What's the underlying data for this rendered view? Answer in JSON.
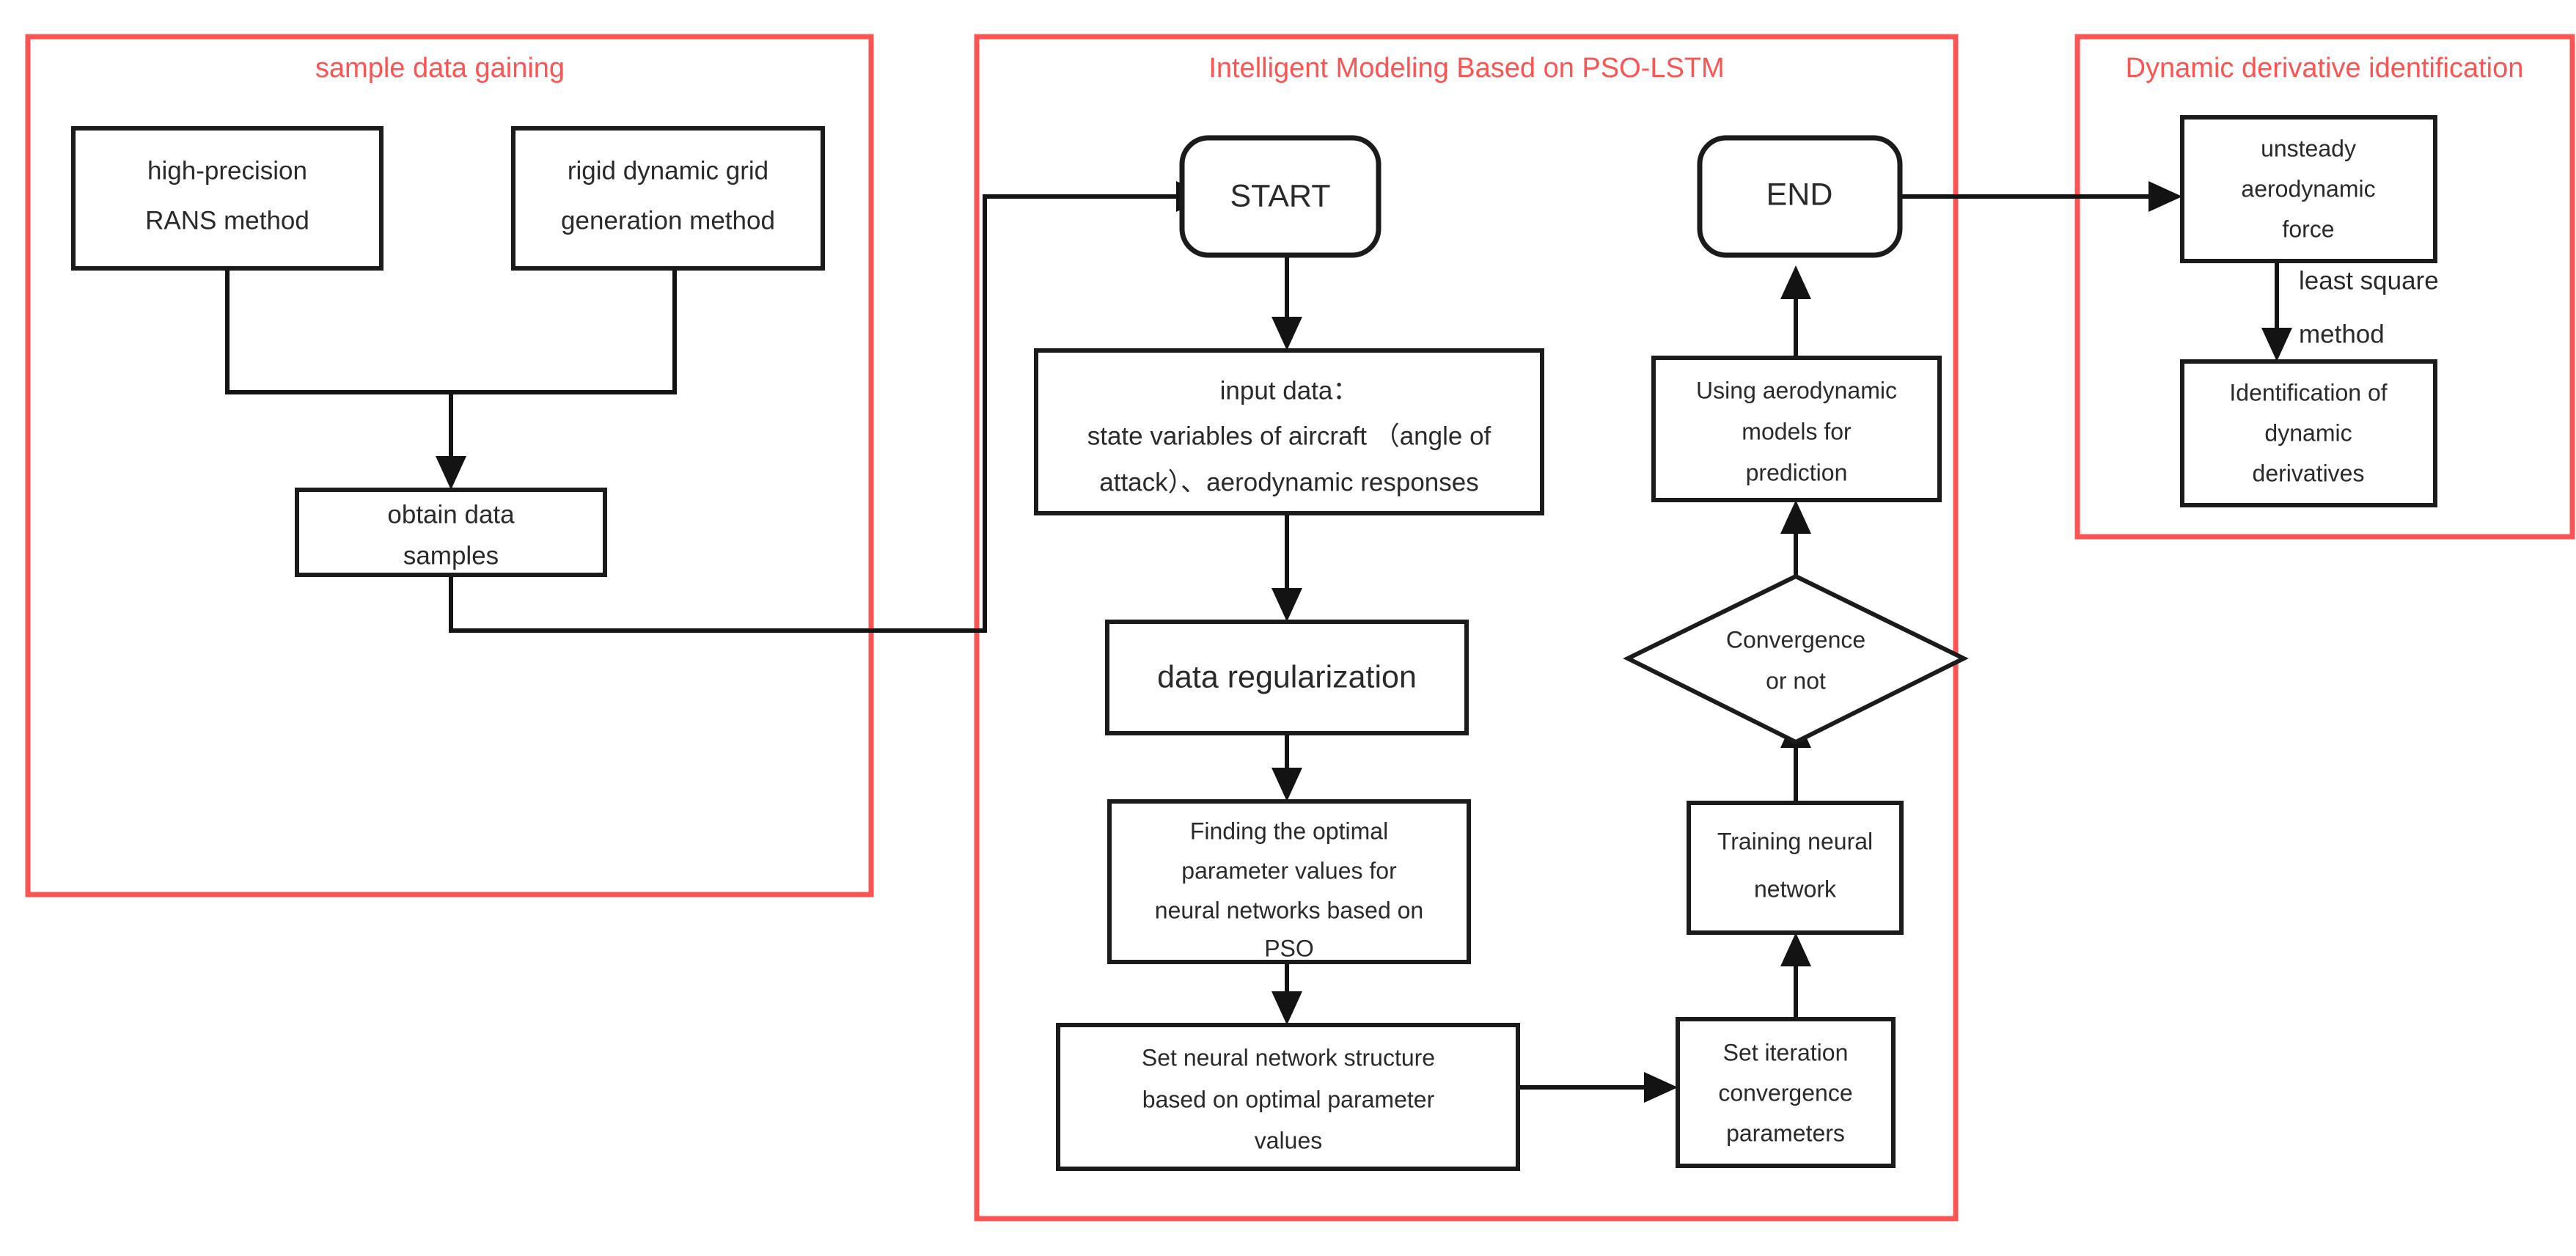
{
  "panels": [
    {
      "id": "sample-data-gaining",
      "title": "sample data gaining",
      "color": "#fb5452"
    },
    {
      "id": "intelligent-modeling",
      "title": "Intelligent Modeling Based on PSO-LSTM",
      "color": "#fb5452"
    },
    {
      "id": "dynamic-derivative-identification",
      "title": "Dynamic derivative identification",
      "color": "#fb5452"
    }
  ],
  "nodes": {
    "high_precision_rans": {
      "lines": [
        "high-precision",
        "RANS method"
      ]
    },
    "rigid_dynamic_grid": {
      "lines": [
        "rigid dynamic grid",
        "generation method"
      ]
    },
    "obtain_data_samples": {
      "lines": [
        "obtain data",
        "samples"
      ]
    },
    "start": {
      "lines": [
        "START"
      ]
    },
    "input_data": {
      "lines": [
        "input data：",
        "state variables of aircraft （angle of",
        "attack）、aerodynamic responses"
      ]
    },
    "data_regularization": {
      "lines": [
        "data regularization"
      ]
    },
    "finding_optimal": {
      "lines": [
        "Finding the optimal",
        "parameter values for",
        "neural networks based on",
        "PSO"
      ]
    },
    "set_nn_structure": {
      "lines": [
        "Set neural network structure",
        "based on optimal parameter",
        "values"
      ]
    },
    "set_iteration": {
      "lines": [
        "Set iteration",
        "convergence",
        "parameters"
      ]
    },
    "training_nn": {
      "lines": [
        "Training neural",
        "network"
      ]
    },
    "convergence": {
      "lines": [
        "Convergence",
        "or not"
      ]
    },
    "using_models": {
      "lines": [
        "Using aerodynamic",
        "models for",
        "prediction"
      ]
    },
    "end": {
      "lines": [
        "END"
      ]
    },
    "unsteady_force": {
      "lines": [
        "unsteady",
        "aerodynamic",
        "force"
      ]
    },
    "identification": {
      "lines": [
        "Identification of",
        "dynamic",
        "derivatives"
      ]
    }
  },
  "edge_labels": {
    "least_square_method": [
      "least square",
      "method"
    ]
  },
  "chart_data": {
    "type": "diagram-flowchart",
    "title": "Intelligent modeling and dynamic derivative identification workflow",
    "groups": [
      {
        "name": "sample data gaining",
        "members": [
          "high-precision RANS method",
          "rigid dynamic grid generation method",
          "obtain data samples"
        ]
      },
      {
        "name": "Intelligent Modeling Based on PSO-LSTM",
        "members": [
          "START",
          "input data",
          "data regularization",
          "Finding the optimal parameter values for neural networks based on PSO",
          "Set neural network structure based on optimal parameter values",
          "Set iteration convergence parameters",
          "Training neural network",
          "Convergence or not",
          "Using aerodynamic models for prediction",
          "END"
        ]
      },
      {
        "name": "Dynamic derivative identification",
        "members": [
          "unsteady aerodynamic force",
          "Identification of dynamic derivatives"
        ]
      }
    ],
    "edges": [
      {
        "from": "high-precision RANS method",
        "to": "obtain data samples",
        "label": ""
      },
      {
        "from": "rigid dynamic grid generation method",
        "to": "obtain data samples",
        "label": ""
      },
      {
        "from": "obtain data samples",
        "to": "START",
        "label": ""
      },
      {
        "from": "START",
        "to": "input data",
        "label": ""
      },
      {
        "from": "input data",
        "to": "data regularization",
        "label": ""
      },
      {
        "from": "data regularization",
        "to": "Finding the optimal parameter values for neural networks based on PSO",
        "label": ""
      },
      {
        "from": "Finding the optimal parameter values for neural networks based on PSO",
        "to": "Set neural network structure based on optimal parameter values",
        "label": ""
      },
      {
        "from": "Set neural network structure based on optimal parameter values",
        "to": "Set iteration convergence parameters",
        "label": ""
      },
      {
        "from": "Set iteration convergence parameters",
        "to": "Training neural network",
        "label": ""
      },
      {
        "from": "Training neural network",
        "to": "Convergence or not",
        "label": ""
      },
      {
        "from": "Convergence or not",
        "to": "Using aerodynamic models for prediction",
        "label": ""
      },
      {
        "from": "Using aerodynamic models for prediction",
        "to": "END",
        "label": ""
      },
      {
        "from": "END",
        "to": "unsteady aerodynamic force",
        "label": ""
      },
      {
        "from": "unsteady aerodynamic force",
        "to": "Identification of dynamic derivatives",
        "label": "least square method"
      }
    ]
  }
}
